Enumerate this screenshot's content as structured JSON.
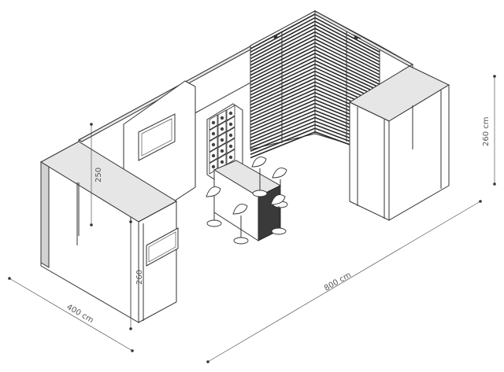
{
  "dimensions": {
    "width_label": "400 cm",
    "length_label": "800 cm",
    "tower_height_label": "260 cm",
    "front_tower_height_label": "260",
    "wall_height_label": "250"
  },
  "colors": {
    "line": "#333333",
    "slat": "#2a2a2a",
    "counter_top": "#e6e6e6"
  }
}
